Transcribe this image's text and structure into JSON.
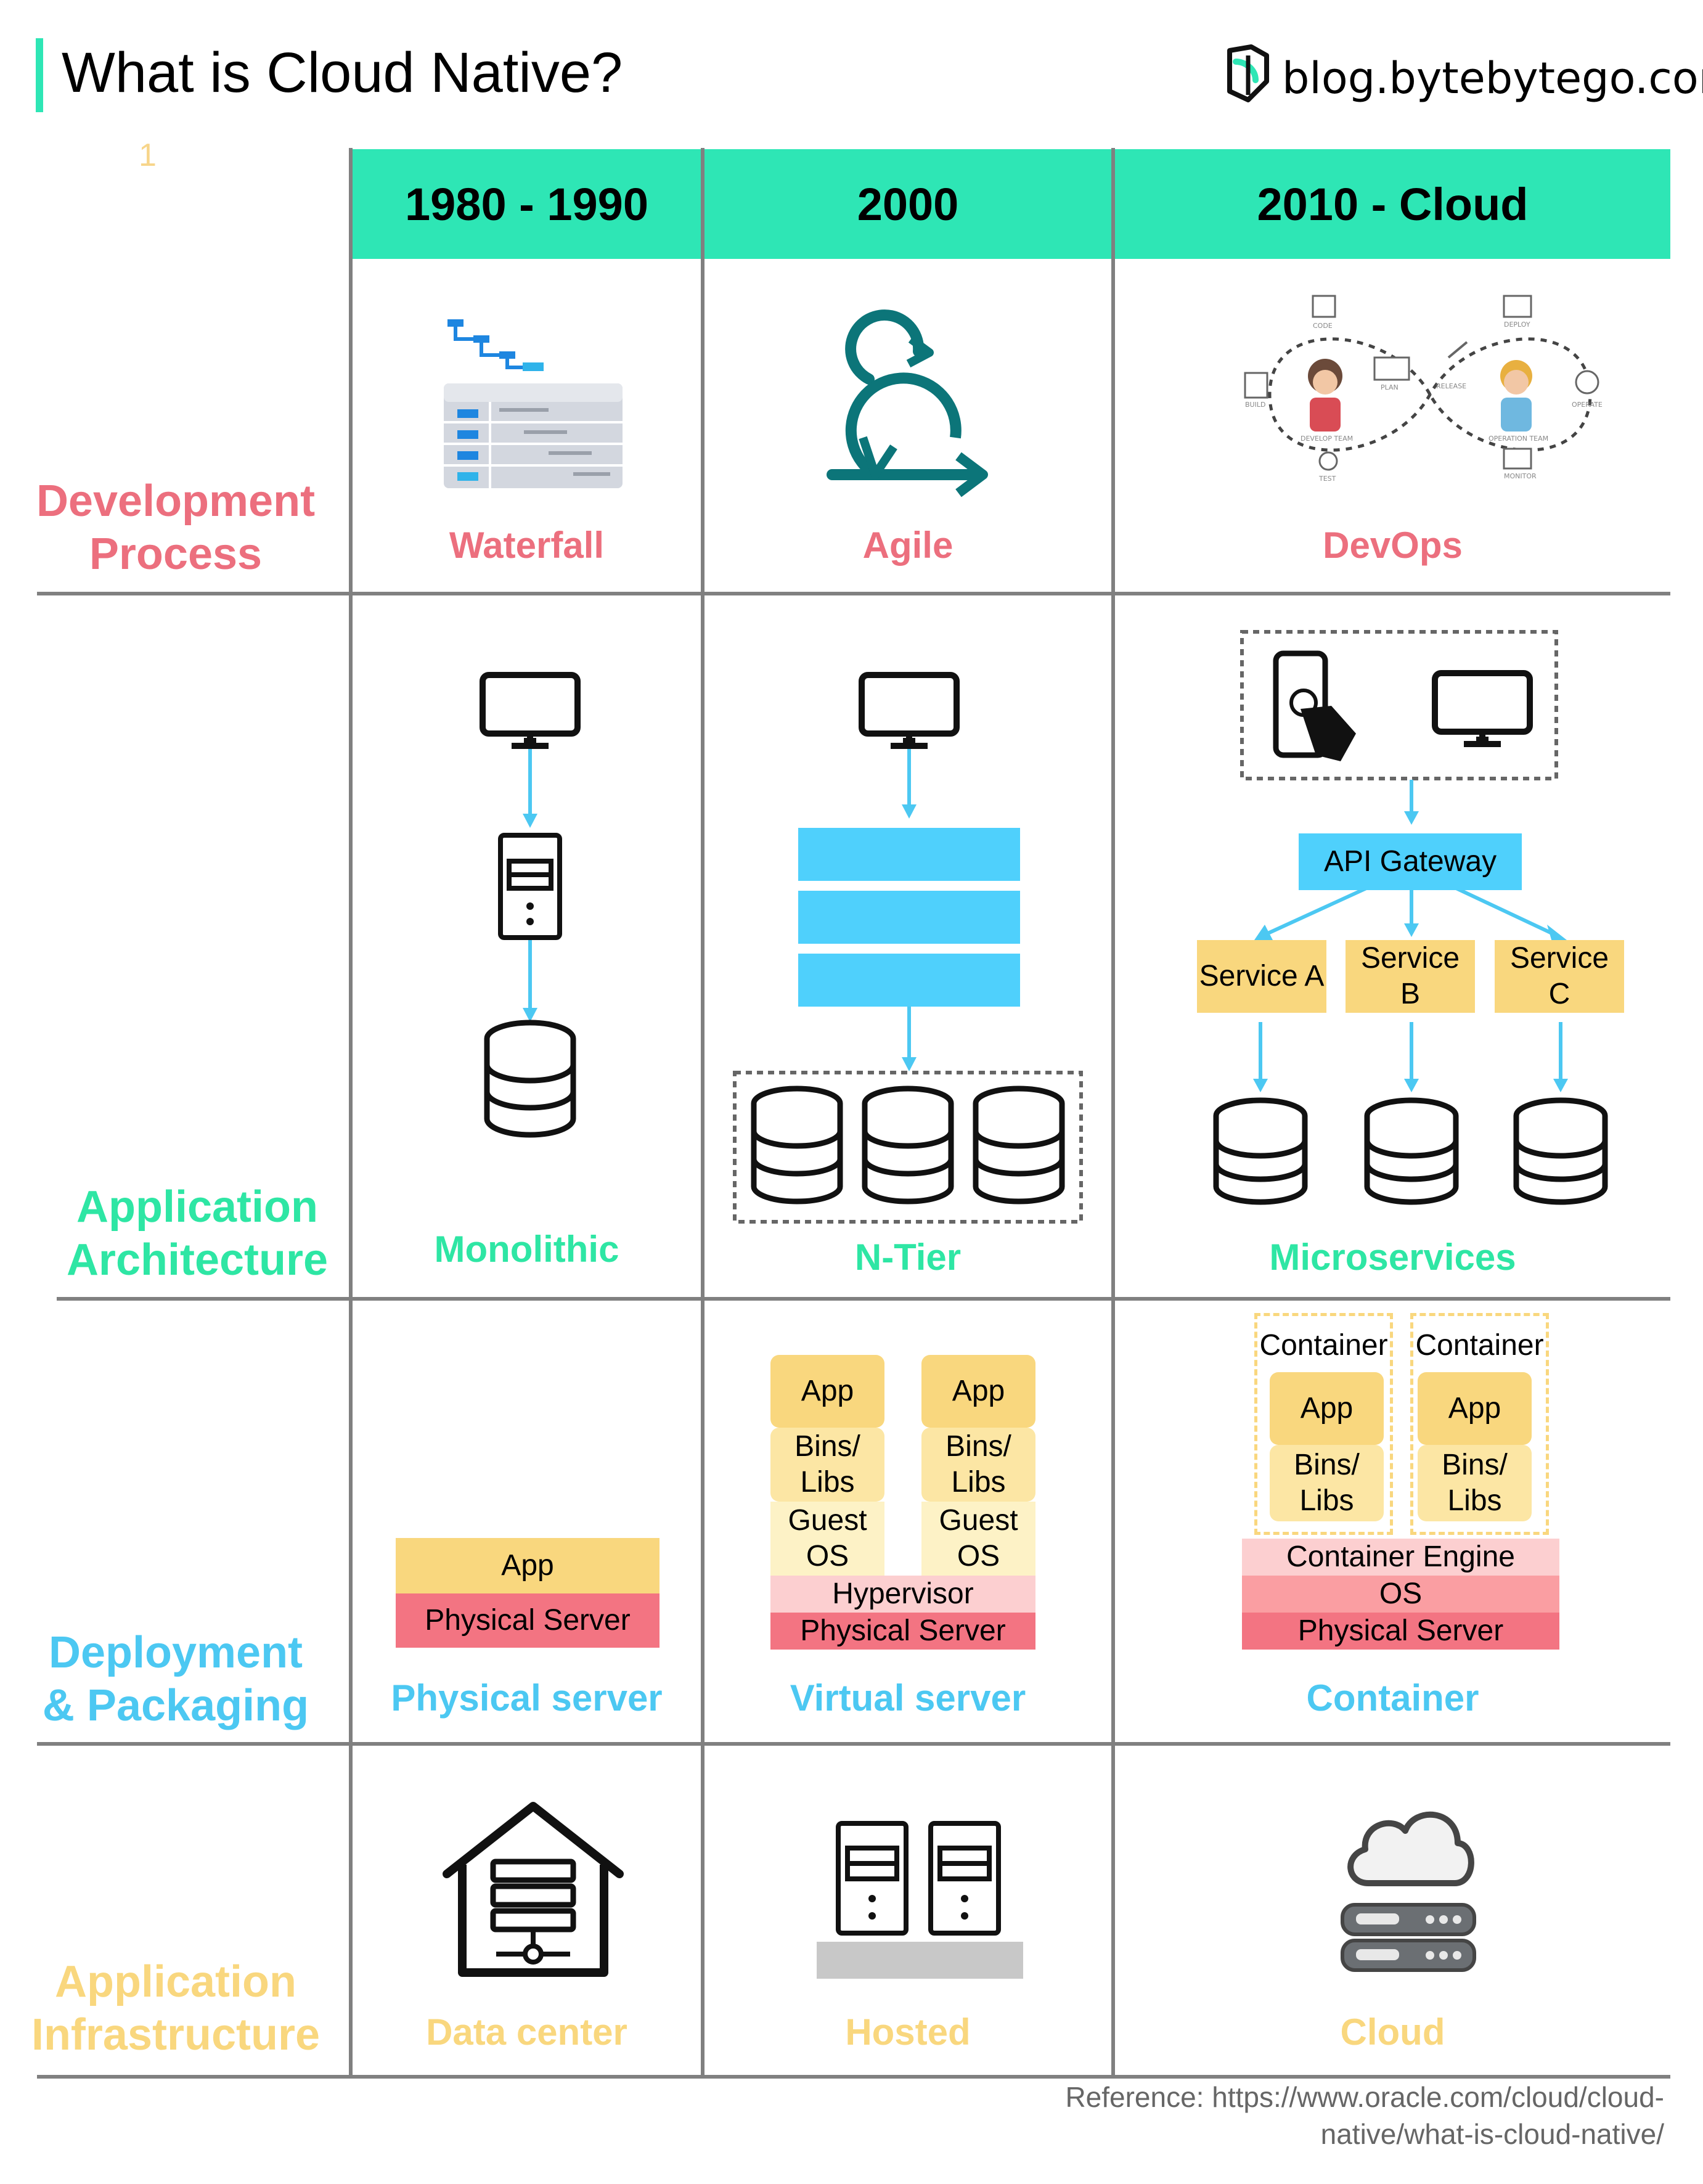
{
  "header": {
    "title": "What is Cloud Native?",
    "brand": "blog.bytebytego.com",
    "marker": "1"
  },
  "columns": [
    "1980 - 1990",
    "2000",
    "2010 - Cloud"
  ],
  "rows": {
    "development": {
      "label_lines": [
        "Development",
        "Process"
      ],
      "captions": [
        "Waterfall",
        "Agile",
        "DevOps"
      ],
      "devops_labels": [
        "CODE",
        "DEPLOY",
        "PLAN",
        "RELEASE",
        "BUILD",
        "OPERATE",
        "DEVELOP TEAM",
        "OPERATION TEAM",
        "TEST",
        "MONITOR"
      ]
    },
    "architecture": {
      "label_lines": [
        "Application",
        "Architecture"
      ],
      "captions": [
        "Monolithic",
        "N-Tier",
        "Microservices"
      ],
      "api_gateway": "API Gateway",
      "services": [
        [
          "Service A"
        ],
        [
          "Service",
          "B"
        ],
        [
          "Service",
          "C"
        ]
      ]
    },
    "deployment": {
      "label_lines": [
        "Deployment",
        "& Packaging"
      ],
      "captions": [
        "Physical server",
        "Virtual server",
        "Container"
      ],
      "physical": {
        "app": "App",
        "server": "Physical Server"
      },
      "virtual": {
        "app": "App",
        "bins": [
          "Bins/",
          "Libs"
        ],
        "guest": [
          "Guest",
          "OS"
        ],
        "hypervisor": "Hypervisor",
        "server": "Physical Server"
      },
      "container": {
        "container": "Container",
        "app": "App",
        "bins": [
          "Bins/",
          "Libs"
        ],
        "engine": "Container Engine",
        "os": "OS",
        "server": "Physical Server"
      }
    },
    "infrastructure": {
      "label_lines": [
        "Application",
        "Infrastructure"
      ],
      "captions": [
        "Data center",
        "Hosted",
        "Cloud"
      ]
    }
  },
  "reference": [
    "Reference: https://www.oracle.com/cloud/cloud-",
    "native/what-is-cloud-native/"
  ],
  "colors": {
    "accent": "#2ee6b5",
    "development": "#ec6f7e",
    "architecture": "#2ee6a4",
    "deployment": "#4cc8f2",
    "infrastructure": "#f9d77e",
    "arrow": "#4cc8f2",
    "app_box": "#f9d77e",
    "bins_box": "#fce6a4",
    "guest_box": "#fdf2c6",
    "hypervisor": "#fccfd0",
    "os": "#fa9ea2",
    "server": "#f37482",
    "tier_blue": "#4fd0fc"
  }
}
